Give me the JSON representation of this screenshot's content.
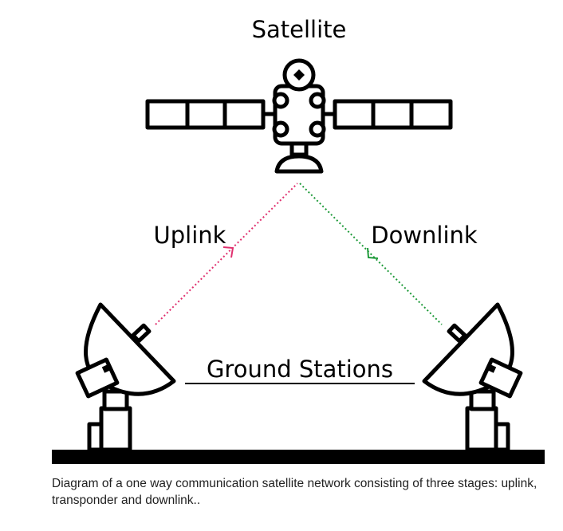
{
  "labels": {
    "satellite": "Satellite",
    "uplink": "Uplink",
    "downlink": "Downlink",
    "ground_stations": "Ground Stations"
  },
  "caption": "Diagram of a one way communication satellite network consisting of three stages: uplink, transponder and downlink..",
  "colors": {
    "outline": "#000000",
    "uplink": "#e0306e",
    "downlink": "#1f9a3a",
    "ground": "#000000"
  },
  "icons": [
    "satellite-icon",
    "ground-station-dish-icon"
  ]
}
